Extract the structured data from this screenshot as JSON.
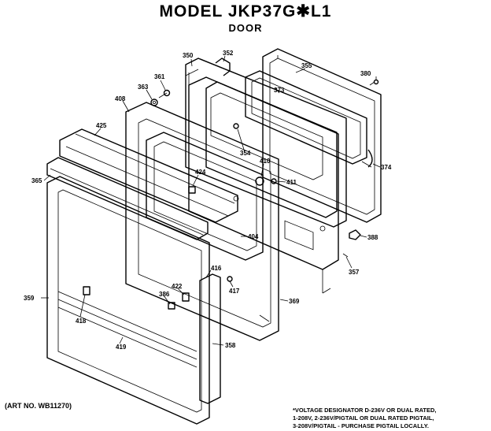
{
  "title": "MODEL JKP37G✱L1",
  "subtitle": "DOOR",
  "art_no": "(ART NO. WB11270)",
  "note_lines": [
    "*VOLTAGE DESIGNATOR D-236V OR DUAL RATED,",
    "1-208V, 2-236V/PIGTAIL OR DUAL RATED PIGTAIL,",
    "3-208V/PIGTAIL - PURCHASE PIGTAIL LOCALLY."
  ],
  "callouts": {
    "c350": "350",
    "c352": "352",
    "c355": "355",
    "c380": "380",
    "c361": "361",
    "c363": "363",
    "c408": "408",
    "c373": "373",
    "c425": "425",
    "c354": "354",
    "c374": "374",
    "c365": "365",
    "c424": "424",
    "c410": "410",
    "c411": "411",
    "c404": "404",
    "c388": "388",
    "c357": "357",
    "c416": "416",
    "c422": "422",
    "c386": "386",
    "c417": "417",
    "c359": "359",
    "c369": "369",
    "c418": "418",
    "c419": "419",
    "c358": "358"
  }
}
